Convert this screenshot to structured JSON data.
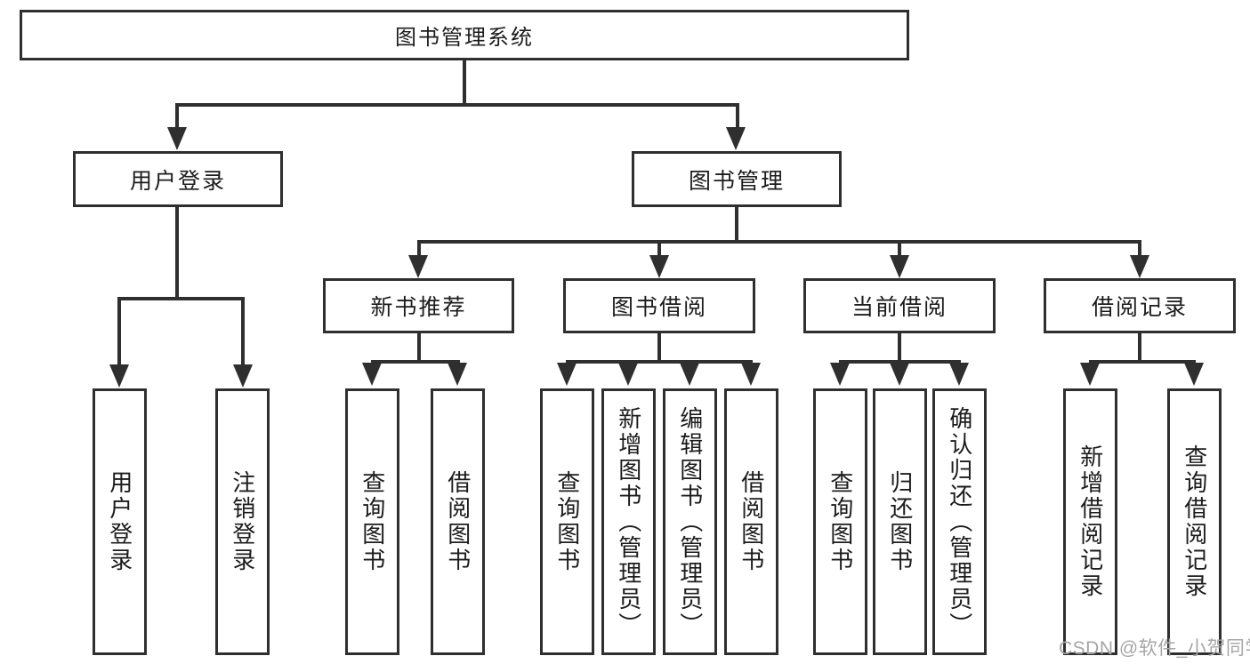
{
  "tree": {
    "label": "图书管理系统",
    "children": [
      {
        "label": "用户登录",
        "children": [
          {
            "label": "用户登录"
          },
          {
            "label": "注销登录"
          }
        ]
      },
      {
        "label": "图书管理",
        "children": [
          {
            "label": "新书推荐",
            "children": [
              {
                "label": "查询图书"
              },
              {
                "label": "借阅图书"
              }
            ]
          },
          {
            "label": "图书借阅",
            "children": [
              {
                "label": "查询图书"
              },
              {
                "label": "新增图书（管理员）"
              },
              {
                "label": "编辑图书（管理员）"
              },
              {
                "label": "借阅图书"
              }
            ]
          },
          {
            "label": "当前借阅",
            "children": [
              {
                "label": "查询图书"
              },
              {
                "label": "归还图书"
              },
              {
                "label": "确认归还（管理员）"
              }
            ]
          },
          {
            "label": "借阅记录",
            "children": [
              {
                "label": "新增借阅记录"
              },
              {
                "label": "查询借阅记录"
              }
            ]
          }
        ]
      }
    ]
  },
  "watermark": {
    "text": "CSDN @软件_小贺同学"
  },
  "colors": {
    "line": "#2f2f2f",
    "text": "#1c1c1c",
    "box_fill": "#ffffff",
    "watermark": "#a6a6a6",
    "background": "#ffffff"
  }
}
